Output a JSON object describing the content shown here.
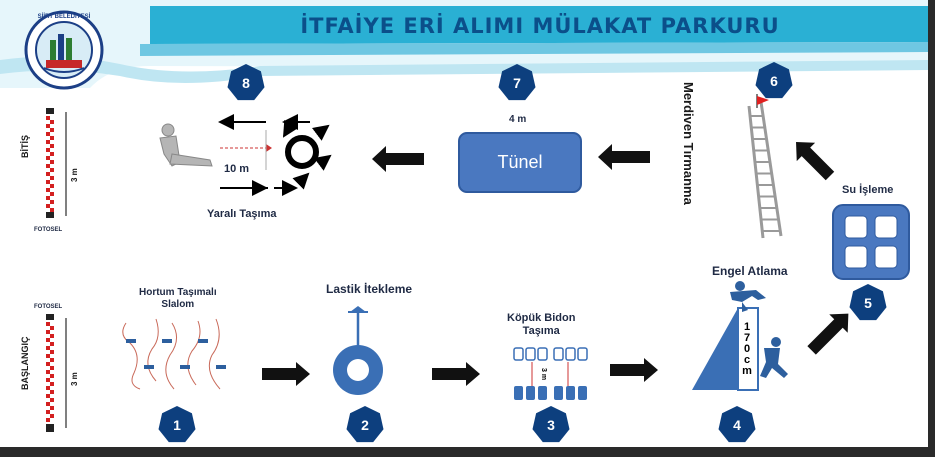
{
  "header": {
    "title": "İTFAİYE ERİ ALIMI MÜLAKAT PARKURU",
    "logo_text": "SİİRT BELEDİYESİ"
  },
  "finish": {
    "label": "BİTİŞ",
    "distance": "3 m",
    "sensor": "FOTOSEL"
  },
  "start": {
    "label": "BAŞLANGIÇ",
    "distance": "3 m",
    "sensor": "FOTOSEL"
  },
  "stations": [
    {
      "number": "1",
      "title_line1": "Hortum Taşımalı",
      "title_line2": "Slalom"
    },
    {
      "number": "2",
      "title_line1": "Lastik İtekleme"
    },
    {
      "number": "3",
      "title_line1": "Köpük Bidon",
      "title_line2": "Taşıma",
      "inner_label": "3 m"
    },
    {
      "number": "4",
      "title_line1": "Engel Atlama",
      "height_label": "170 cm"
    },
    {
      "number": "5",
      "title_line1": "Su İşleme"
    },
    {
      "number": "6",
      "title_line1": "Merdiven Tırmanma"
    },
    {
      "number": "7",
      "title_line1": "Tünel",
      "distance": "4 m"
    },
    {
      "number": "8",
      "title_line1": "Yaralı Taşıma",
      "distance": "10 m"
    }
  ],
  "colors": {
    "banner": "#2ab0d4",
    "title": "#0b4f8a",
    "badge": "#0d3f7e",
    "arrow": "#111111",
    "block_blue": "#3a6fb5"
  }
}
